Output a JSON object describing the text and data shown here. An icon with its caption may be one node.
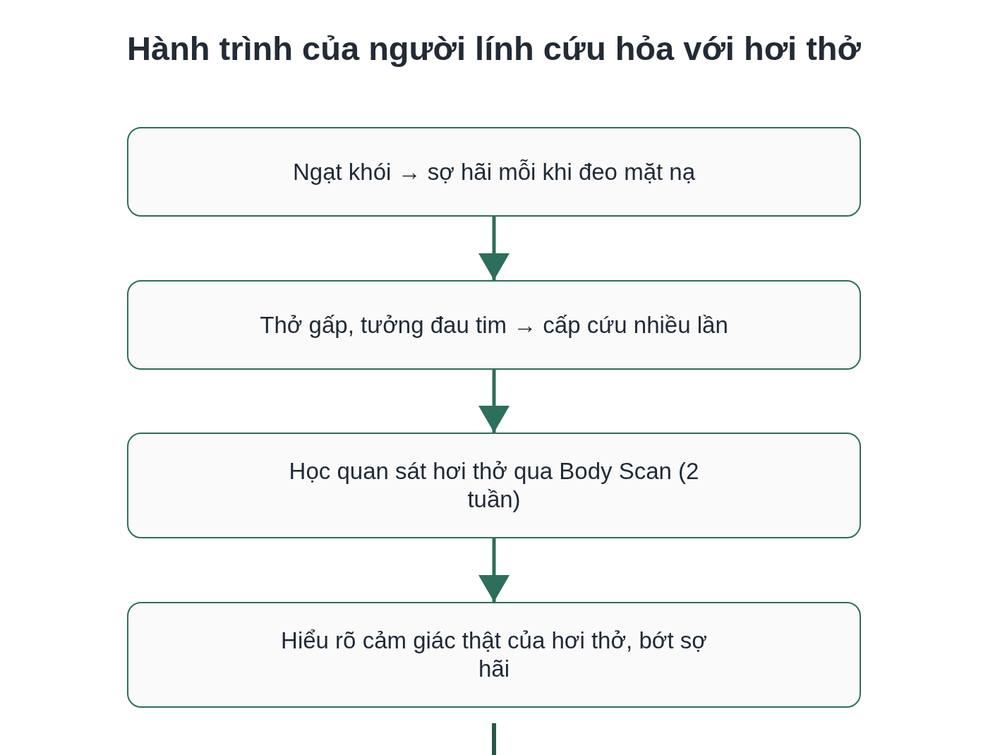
{
  "diagram": {
    "title": "Hành trình của người lính cứu hỏa với hơi thở",
    "nodes": [
      {
        "text": [
          "Ngạt khói → sợ hãi mỗi khi đeo mặt nạ"
        ]
      },
      {
        "text": [
          "Thở gấp, tưởng đau tim → cấp cứu nhiều lần"
        ]
      },
      {
        "text": [
          "Học quan sát hơi thở qua Body Scan (2 tuần)"
        ]
      },
      {
        "text": [
          "Hiểu rõ cảm giác thật của hơi thở, bớt sợ hãi"
        ]
      }
    ],
    "edges": [
      {
        "from": 0,
        "to": 1,
        "arrow": "to"
      },
      {
        "from": 1,
        "to": 2,
        "arrow": "to"
      },
      {
        "from": 2,
        "to": 3,
        "arrow": "to"
      }
    ]
  }
}
